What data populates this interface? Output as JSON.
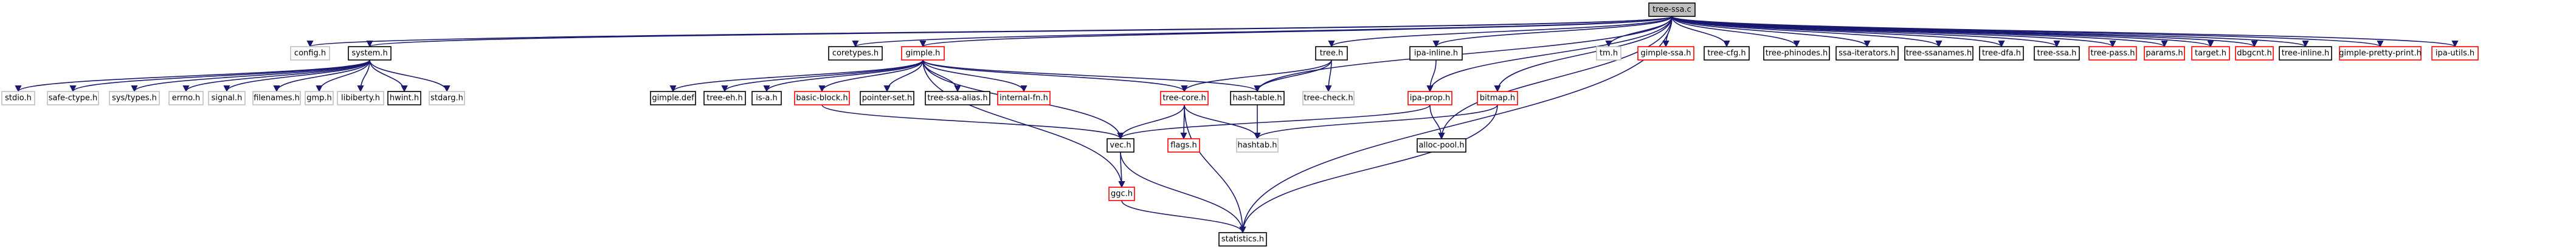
{
  "graph": {
    "root": "tree-ssa.c",
    "colors": {
      "edge": "#191970",
      "root_fill": "#bfbfbf",
      "border_default": "#000000",
      "border_documented": "#ff0000",
      "border_undocumented": "#bfbfbf"
    },
    "nodes": [
      {
        "id": "tree-ssa.c",
        "label": "tree-ssa.c",
        "style": "root"
      },
      {
        "id": "config.h",
        "label": "config.h",
        "style": "undocumented"
      },
      {
        "id": "system.h",
        "label": "system.h",
        "style": "default"
      },
      {
        "id": "coretypes.h",
        "label": "coretypes.h",
        "style": "default"
      },
      {
        "id": "gimple.h",
        "label": "gimple.h",
        "style": "documented"
      },
      {
        "id": "tree.h",
        "label": "tree.h",
        "style": "default"
      },
      {
        "id": "ipa-inline.h",
        "label": "ipa-inline.h",
        "style": "default"
      },
      {
        "id": "bitmap.h",
        "label": "bitmap.h",
        "style": "documented"
      },
      {
        "id": "tm.h",
        "label": "tm.h",
        "style": "undocumented"
      },
      {
        "id": "gimple-ssa.h",
        "label": "gimple-ssa.h",
        "style": "documented"
      },
      {
        "id": "tree-cfg.h",
        "label": "tree-cfg.h",
        "style": "default"
      },
      {
        "id": "tree-phinodes.h",
        "label": "tree-phinodes.h",
        "style": "default"
      },
      {
        "id": "ssa-iterators.h",
        "label": "ssa-iterators.h",
        "style": "default"
      },
      {
        "id": "tree-ssanames.h",
        "label": "tree-ssanames.h",
        "style": "default"
      },
      {
        "id": "tree-dfa.h",
        "label": "tree-dfa.h",
        "style": "default"
      },
      {
        "id": "tree-ssa.h",
        "label": "tree-ssa.h",
        "style": "default"
      },
      {
        "id": "tree-pass.h",
        "label": "tree-pass.h",
        "style": "documented"
      },
      {
        "id": "params.h",
        "label": "params.h",
        "style": "documented"
      },
      {
        "id": "target.h",
        "label": "target.h",
        "style": "documented"
      },
      {
        "id": "dbgcnt.h",
        "label": "dbgcnt.h",
        "style": "documented"
      },
      {
        "id": "tree-inline.h",
        "label": "tree-inline.h",
        "style": "default"
      },
      {
        "id": "gimple-pretty-print.h",
        "label": "gimple-pretty-print.h",
        "style": "documented"
      },
      {
        "id": "ipa-utils.h",
        "label": "ipa-utils.h",
        "style": "documented"
      },
      {
        "id": "stdio.h",
        "label": "stdio.h",
        "style": "undocumented"
      },
      {
        "id": "safe-ctype.h",
        "label": "safe-ctype.h",
        "style": "undocumented"
      },
      {
        "id": "sys/types.h",
        "label": "sys/types.h",
        "style": "undocumented"
      },
      {
        "id": "errno.h",
        "label": "errno.h",
        "style": "undocumented"
      },
      {
        "id": "signal.h",
        "label": "signal.h",
        "style": "undocumented"
      },
      {
        "id": "filenames.h",
        "label": "filenames.h",
        "style": "undocumented"
      },
      {
        "id": "gmp.h",
        "label": "gmp.h",
        "style": "undocumented"
      },
      {
        "id": "libiberty.h",
        "label": "libiberty.h",
        "style": "undocumented"
      },
      {
        "id": "hwint.h",
        "label": "hwint.h",
        "style": "default"
      },
      {
        "id": "stdarg.h",
        "label": "stdarg.h",
        "style": "undocumented"
      },
      {
        "id": "gimple.def",
        "label": "gimple.def",
        "style": "default"
      },
      {
        "id": "tree-eh.h",
        "label": "tree-eh.h",
        "style": "default"
      },
      {
        "id": "is-a.h",
        "label": "is-a.h",
        "style": "default"
      },
      {
        "id": "basic-block.h",
        "label": "basic-block.h",
        "style": "documented"
      },
      {
        "id": "pointer-set.h",
        "label": "pointer-set.h",
        "style": "default"
      },
      {
        "id": "tree-ssa-alias.h",
        "label": "tree-ssa-alias.h",
        "style": "default"
      },
      {
        "id": "internal-fn.h",
        "label": "internal-fn.h",
        "style": "documented"
      },
      {
        "id": "tree-core.h",
        "label": "tree-core.h",
        "style": "documented"
      },
      {
        "id": "hash-table.h",
        "label": "hash-table.h",
        "style": "default"
      },
      {
        "id": "tree-check.h",
        "label": "tree-check.h",
        "style": "undocumented"
      },
      {
        "id": "ipa-prop.h",
        "label": "ipa-prop.h",
        "style": "documented"
      },
      {
        "id": "vec.h",
        "label": "vec.h",
        "style": "default"
      },
      {
        "id": "flags.h",
        "label": "flags.h",
        "style": "documented"
      },
      {
        "id": "hashtab.h",
        "label": "hashtab.h",
        "style": "undocumented"
      },
      {
        "id": "alloc-pool.h",
        "label": "alloc-pool.h",
        "style": "default"
      },
      {
        "id": "ggc.h",
        "label": "ggc.h",
        "style": "documented"
      },
      {
        "id": "statistics.h",
        "label": "statistics.h",
        "style": "default"
      }
    ],
    "edges": [
      [
        "tree-ssa.c",
        "config.h"
      ],
      [
        "tree-ssa.c",
        "system.h"
      ],
      [
        "tree-ssa.c",
        "coretypes.h"
      ],
      [
        "tree-ssa.c",
        "gimple.h"
      ],
      [
        "tree-ssa.c",
        "tree.h"
      ],
      [
        "tree-ssa.c",
        "ipa-inline.h"
      ],
      [
        "tree-ssa.c",
        "bitmap.h"
      ],
      [
        "tree-ssa.c",
        "tm.h"
      ],
      [
        "tree-ssa.c",
        "gimple-ssa.h"
      ],
      [
        "tree-ssa.c",
        "tree-cfg.h"
      ],
      [
        "tree-ssa.c",
        "tree-phinodes.h"
      ],
      [
        "tree-ssa.c",
        "ssa-iterators.h"
      ],
      [
        "tree-ssa.c",
        "tree-ssanames.h"
      ],
      [
        "tree-ssa.c",
        "tree-dfa.h"
      ],
      [
        "tree-ssa.c",
        "tree-ssa.h"
      ],
      [
        "tree-ssa.c",
        "tree-pass.h"
      ],
      [
        "tree-ssa.c",
        "params.h"
      ],
      [
        "tree-ssa.c",
        "target.h"
      ],
      [
        "tree-ssa.c",
        "dbgcnt.h"
      ],
      [
        "tree-ssa.c",
        "tree-inline.h"
      ],
      [
        "tree-ssa.c",
        "gimple-pretty-print.h"
      ],
      [
        "tree-ssa.c",
        "ipa-utils.h"
      ],
      [
        "tree-ssa.c",
        "statistics.h"
      ],
      [
        "tree-ssa.c",
        "alloc-pool.h"
      ],
      [
        "tree-ssa.c",
        "ipa-prop.h"
      ],
      [
        "tree-ssa.c",
        "hash-table.h"
      ],
      [
        "system.h",
        "stdio.h"
      ],
      [
        "system.h",
        "safe-ctype.h"
      ],
      [
        "system.h",
        "sys/types.h"
      ],
      [
        "system.h",
        "errno.h"
      ],
      [
        "system.h",
        "signal.h"
      ],
      [
        "system.h",
        "filenames.h"
      ],
      [
        "system.h",
        "gmp.h"
      ],
      [
        "system.h",
        "libiberty.h"
      ],
      [
        "system.h",
        "hwint.h"
      ],
      [
        "system.h",
        "stdarg.h"
      ],
      [
        "gimple.h",
        "gimple.def"
      ],
      [
        "gimple.h",
        "tree-eh.h"
      ],
      [
        "gimple.h",
        "is-a.h"
      ],
      [
        "gimple.h",
        "basic-block.h"
      ],
      [
        "gimple.h",
        "pointer-set.h"
      ],
      [
        "gimple.h",
        "tree-ssa-alias.h"
      ],
      [
        "gimple.h",
        "internal-fn.h"
      ],
      [
        "gimple.h",
        "tree-core.h"
      ],
      [
        "gimple.h",
        "hash-table.h"
      ],
      [
        "gimple.h",
        "vec.h"
      ],
      [
        "gimple.h",
        "ggc.h"
      ],
      [
        "tree.h",
        "tree-core.h"
      ],
      [
        "tree.h",
        "hash-table.h"
      ],
      [
        "tree.h",
        "tree-check.h"
      ],
      [
        "ipa-inline.h",
        "ipa-prop.h"
      ],
      [
        "bitmap.h",
        "hashtab.h"
      ],
      [
        "bitmap.h",
        "statistics.h"
      ],
      [
        "basic-block.h",
        "vec.h"
      ],
      [
        "tree-core.h",
        "vec.h"
      ],
      [
        "tree-core.h",
        "flags.h"
      ],
      [
        "tree-core.h",
        "hashtab.h"
      ],
      [
        "tree-core.h",
        "statistics.h"
      ],
      [
        "hash-table.h",
        "hashtab.h"
      ],
      [
        "ipa-prop.h",
        "vec.h"
      ],
      [
        "ipa-prop.h",
        "alloc-pool.h"
      ],
      [
        "vec.h",
        "ggc.h"
      ],
      [
        "vec.h",
        "statistics.h"
      ],
      [
        "ggc.h",
        "statistics.h"
      ]
    ]
  }
}
